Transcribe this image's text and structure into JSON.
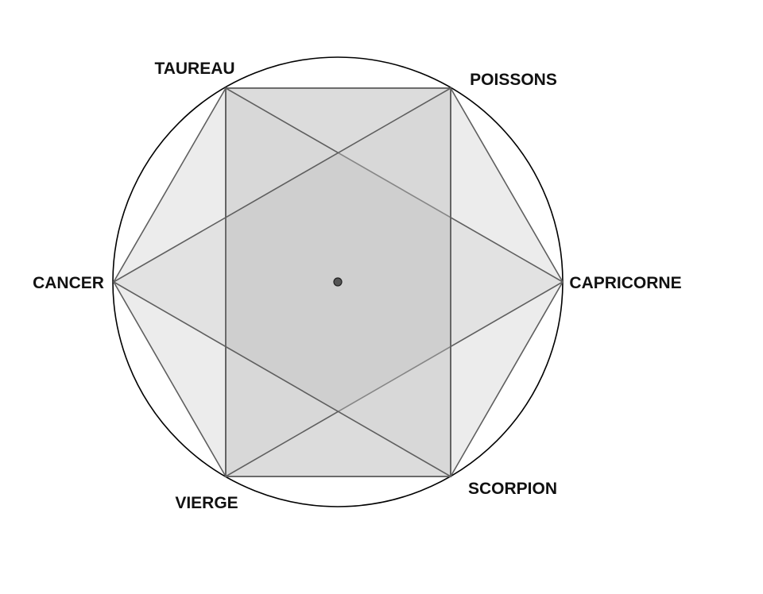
{
  "diagram": {
    "labels": {
      "taureau": "TAUREAU",
      "poissons": "POISSONS",
      "cancer": "CANCER",
      "capricorne": "CAPRICORNE",
      "vierge": "VIERGE",
      "scorpion": "SCORPION"
    },
    "colors": {
      "outline": "#000000",
      "polygon_stroke": "#5f5f5f",
      "hexagon_fill": "#ececec",
      "rectangle_fill": "#dcdcdc",
      "inner_fill": "#cccccc",
      "center_dot": "#555555",
      "label_text": "#111111"
    }
  }
}
